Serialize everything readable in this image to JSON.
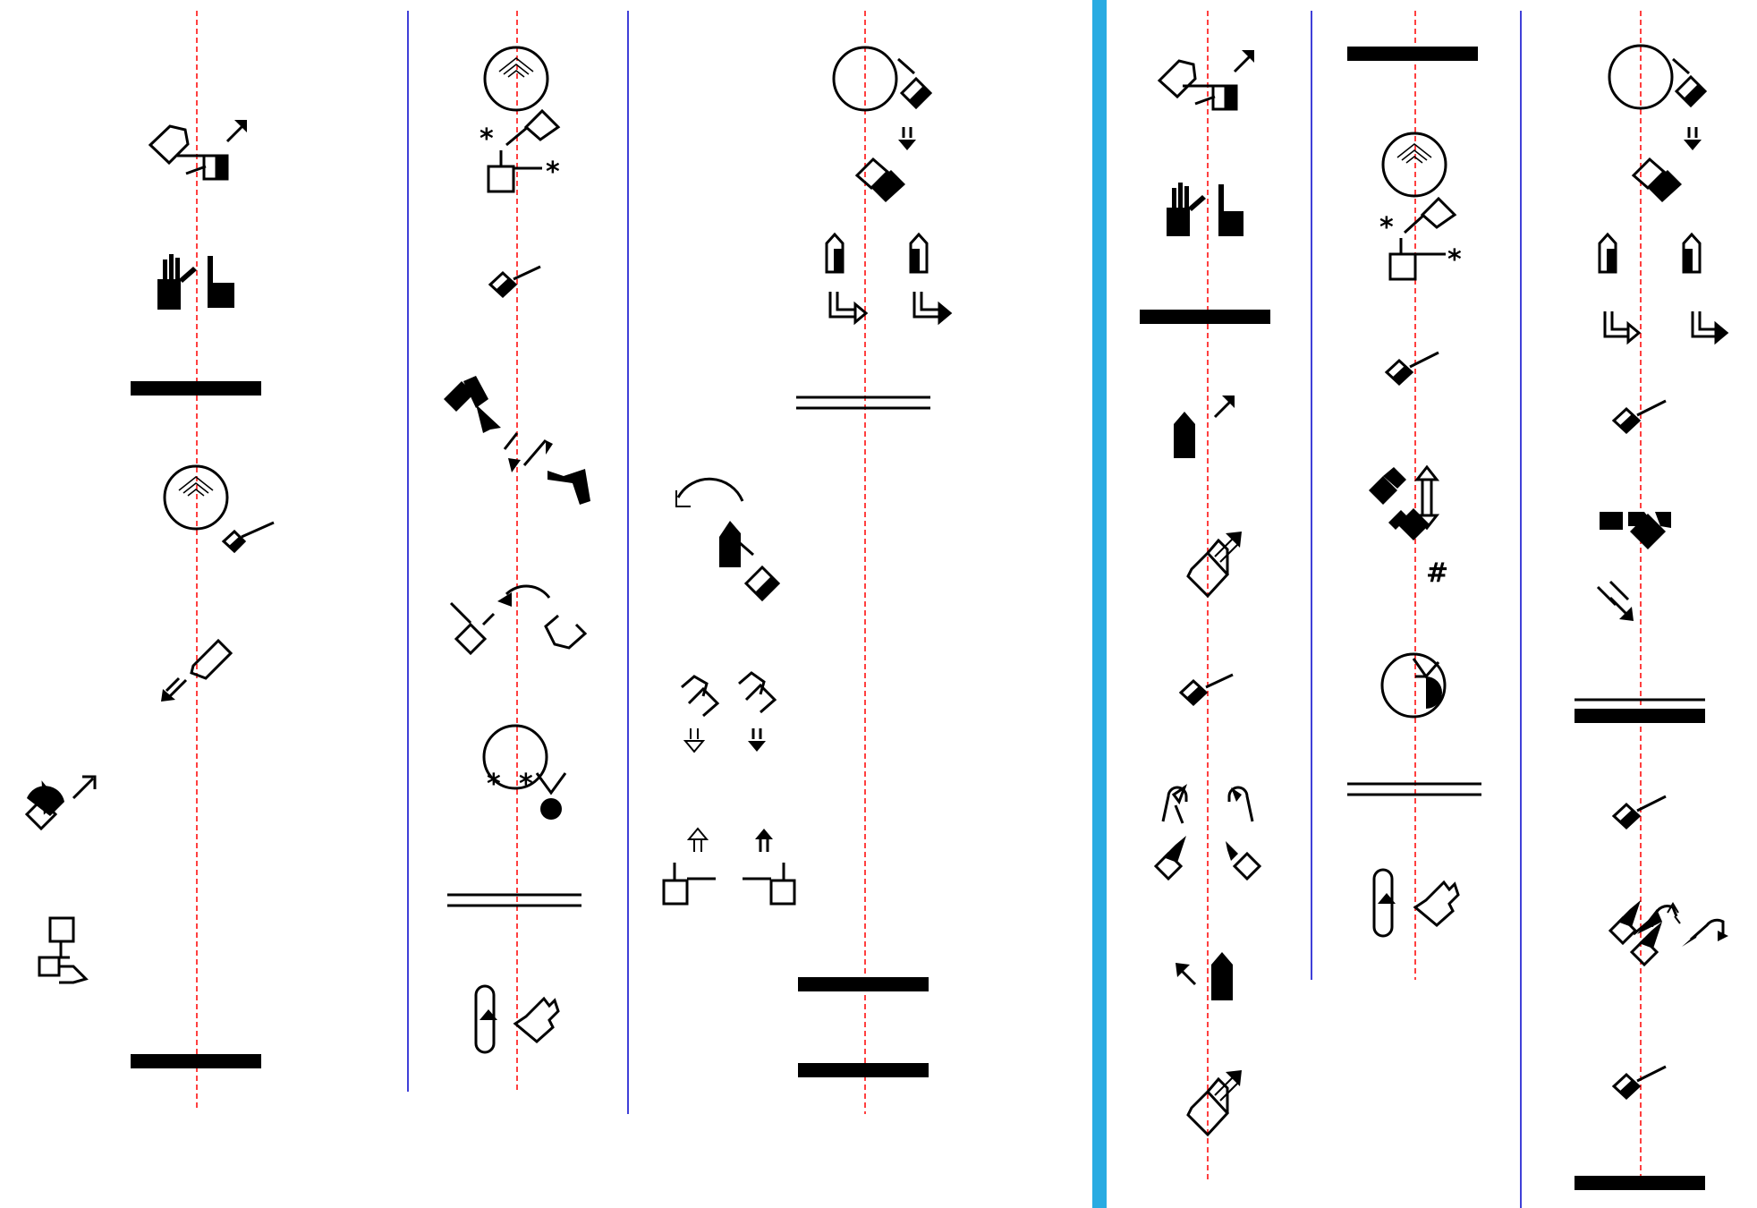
{
  "page": {
    "colors": {
      "background": "#ffffff",
      "ink": "#000000",
      "guide_line": "#ff0000",
      "column_separator": "#0000cc",
      "panel_divider": "#29abe2"
    }
  },
  "left_panel": {
    "columns": [
      {
        "name": "column-1",
        "symbols": [
          "pinch-hand-move-out",
          "fist-and-index-hand",
          "bar",
          "face-with-hand-contact",
          "hand-with-arrow-down",
          "bar"
        ]
      },
      {
        "name": "column-2",
        "symbols": [
          "face-with-fingers-star",
          "index-hand-contact",
          "twisting-hand-movement",
          "circle-arc-hands",
          "face-with-cheek-contact",
          "double-line",
          "hand-on-oval"
        ]
      },
      {
        "name": "column-3",
        "symbols": [
          "face-with-hand-down-arrow",
          "upward-arrows-pair",
          "bent-arrows-pair",
          "double-line",
          "bar",
          "bar"
        ]
      },
      {
        "name": "column-4",
        "symbols": [
          "curved-arrow-hand",
          "hands-down-arrows",
          "hands-up-arrows-boxes"
        ]
      }
    ],
    "margin_symbols": [
      "fist-with-arrow-up",
      "box-hands-right"
    ],
    "hash_text": "#",
    "star_text": "*"
  },
  "right_panel": {
    "columns": [
      {
        "name": "column-5",
        "symbols": [
          "pinch-hand-move-out",
          "fist-and-index-hand",
          "bar",
          "hand-arrow-up",
          "hand-arrow-diagonal",
          "index-hand-contact",
          "curved-arrows-pair",
          "hand-arrow-up-left",
          "hand-arrow-diagonal"
        ]
      },
      {
        "name": "column-6",
        "symbols": [
          "bar",
          "face-with-fingers-star",
          "index-hand-contact",
          "hands-with-vertical-arrows",
          "face-with-hand-contact",
          "double-line",
          "hand-on-oval"
        ]
      },
      {
        "name": "column-7",
        "symbols": [
          "face-with-hand-down-arrow",
          "upward-arrows-pair",
          "bent-arrows-pair",
          "index-hand-contact",
          "flat-hands-pair",
          "arrow-down-left",
          "double-bar",
          "index-hand-contact",
          "curved-arrows-hands",
          "index-hand-contact",
          "bar"
        ]
      }
    ]
  }
}
